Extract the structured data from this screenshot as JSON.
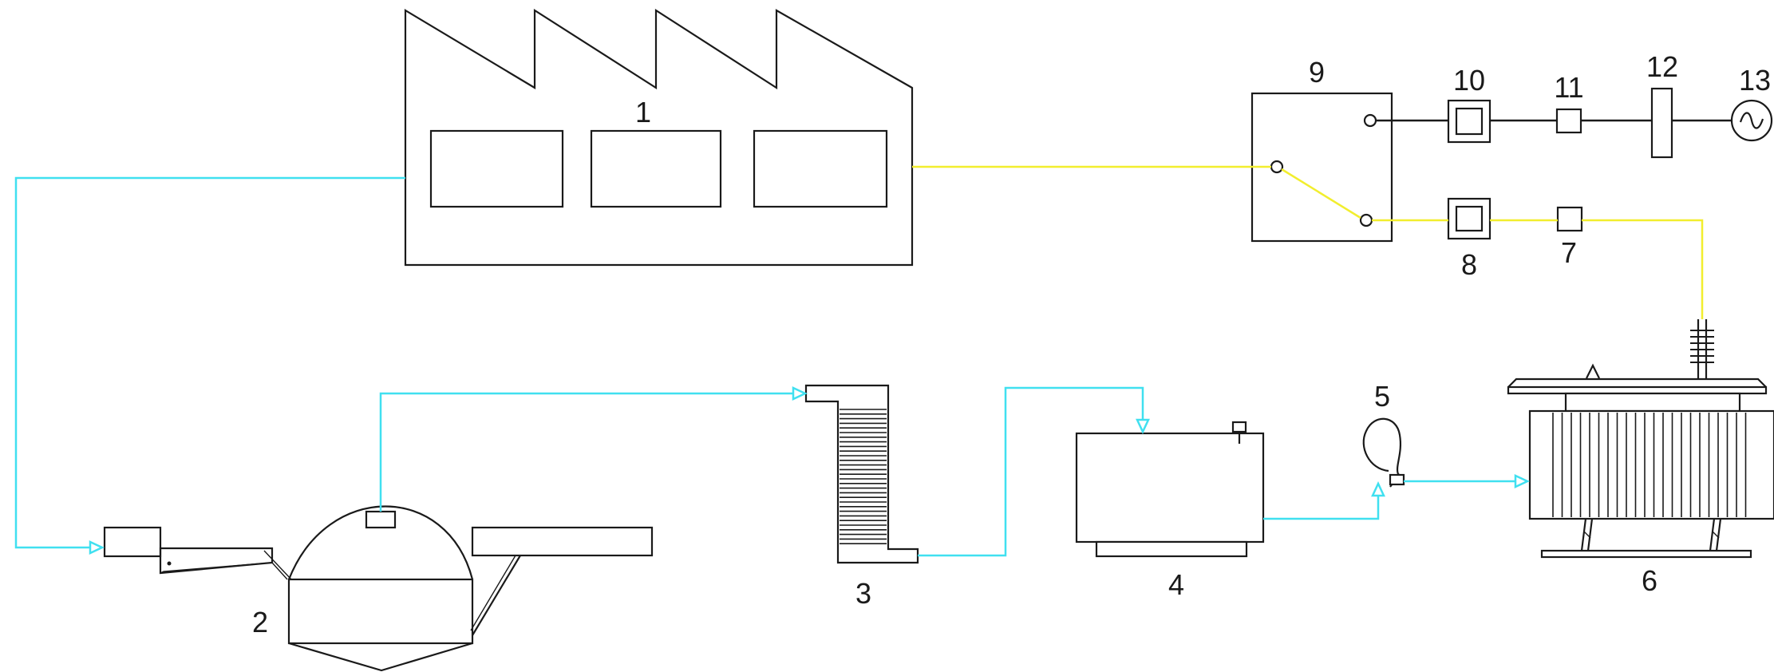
{
  "labels": {
    "c1": "1",
    "c2": "2",
    "c3": "3",
    "c4": "4",
    "c5": "5",
    "c6": "6",
    "c7": "7",
    "c8": "8",
    "c9": "9",
    "c10": "10",
    "c11": "11",
    "c12": "12",
    "c13": "13"
  },
  "colors": {
    "fluid_line": "#40E0F0",
    "power_line": "#F2EE2E",
    "line": "#1a1a1a"
  }
}
